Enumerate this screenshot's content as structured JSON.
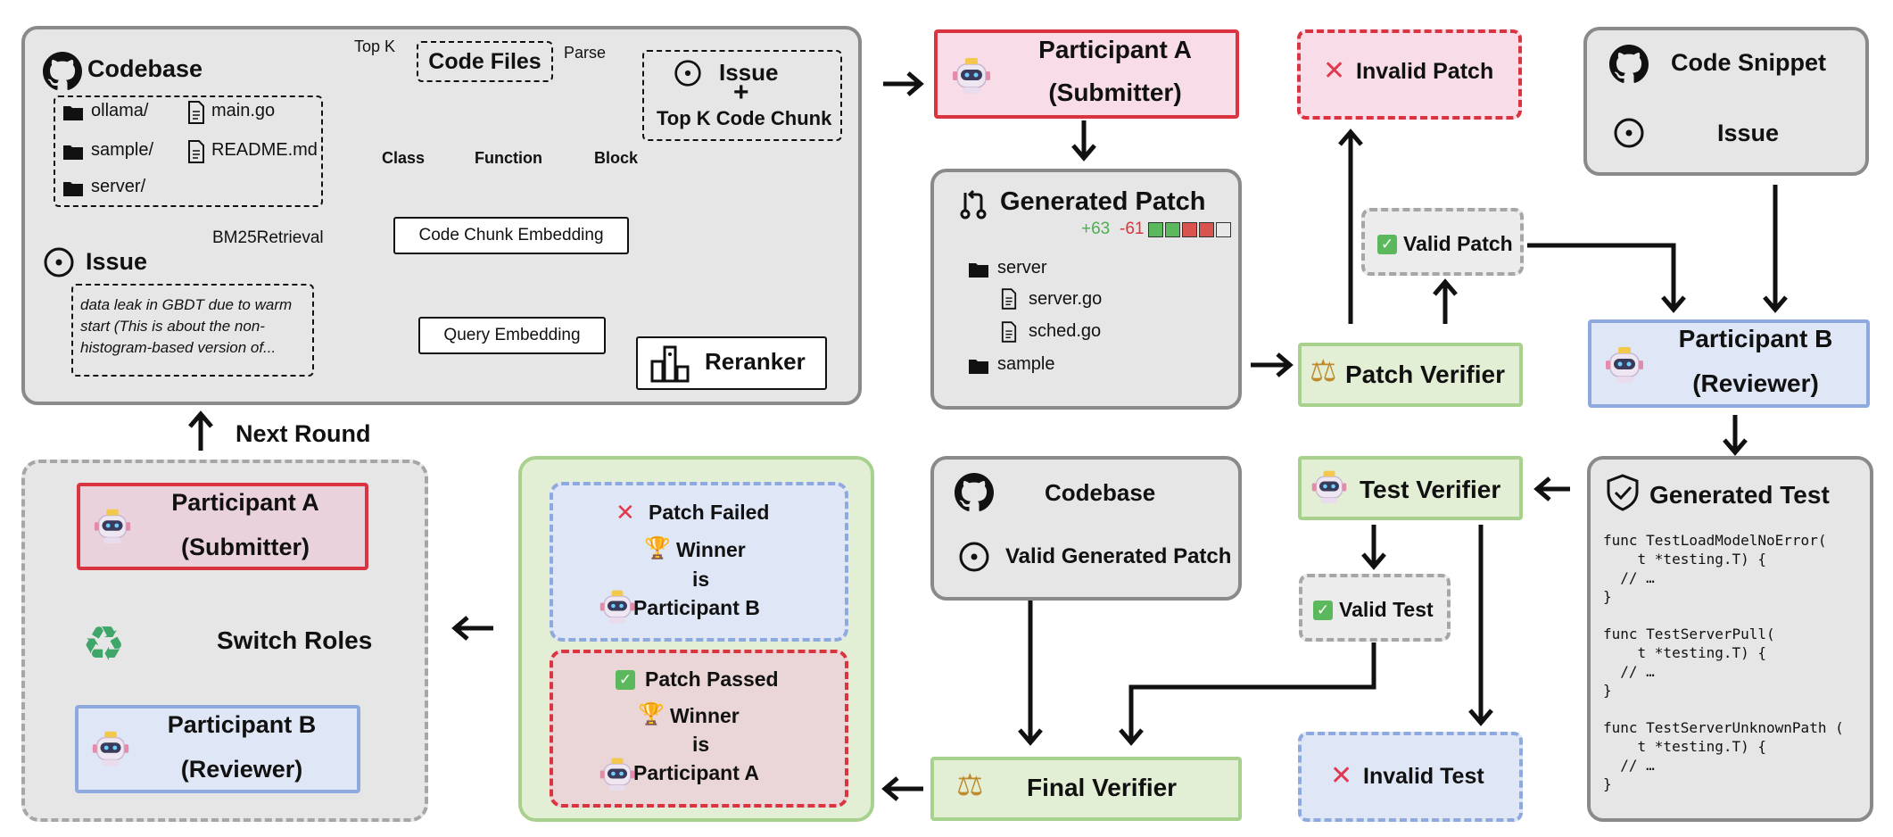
{
  "retrieval": {
    "codebase_title": "Codebase",
    "files": [
      "ollama/",
      "main.go",
      "sample/",
      "README.md",
      "server/"
    ],
    "issue_title": "Issue",
    "issue_text": [
      "data leak in GBDT due to warm",
      "start (This is about the non-",
      "histogram-based version of..."
    ],
    "bm25_label": "BM25Retrieval",
    "topk_label": "Top K",
    "code_files": "Code Files",
    "parse_label": "Parse",
    "chunk_types": [
      "Class",
      "Function",
      "Block"
    ],
    "chunk_embedding": "Code Chunk Embedding",
    "query_embedding": "Query Embedding",
    "reranker": "Reranker",
    "issue_box_title": "Issue",
    "issue_box_plus": "+",
    "issue_box_sub": "Top K Code Chunk"
  },
  "participant_a_top": {
    "line1": "Participant A",
    "line2": "(Submitter)"
  },
  "generated_patch": {
    "title": "Generated Patch",
    "added": "+63",
    "removed": "-61",
    "tree": [
      "server",
      "server.go",
      "sched.go",
      "sample"
    ],
    "diffstat_colors": [
      "#5cb85c",
      "#5cb85c",
      "#d9534f",
      "#d9534f",
      "#e8e8e8"
    ]
  },
  "invalid_patch": "Invalid Patch",
  "valid_patch": "Valid Patch",
  "patch_verifier": "Patch Verifier",
  "code_snippet_box": {
    "title": "Code Snippet",
    "issue": "Issue"
  },
  "participant_b_top": {
    "line1": "Participant B",
    "line2": "(Reviewer)"
  },
  "generated_test": {
    "title": "Generated Test",
    "code": "func TestLoadModelNoError(\n    t *testing.T) {\n  // …\n}\n\nfunc TestServerPull(\n    t *testing.T) {\n  // …\n}\n\nfunc TestServerUnknownPath (\n    t *testing.T) {\n  // …\n}"
  },
  "test_verifier": "Test Verifier",
  "valid_test": "Valid Test",
  "invalid_test": "Invalid Test",
  "codebase_box": {
    "title": "Codebase",
    "sub": "Valid Generated Patch"
  },
  "final_verifier": "Final Verifier",
  "outcomes": {
    "failed": {
      "title": "Patch Failed",
      "winner": "Winner",
      "is": "is",
      "who": "Participant B"
    },
    "passed": {
      "title": "Patch Passed",
      "winner": "Winner",
      "is": "is",
      "who": "Participant A"
    }
  },
  "switch_panel": {
    "a_line1": "Participant A",
    "a_line2": "(Submitter)",
    "b_line1": "Participant B",
    "b_line2": "(Reviewer)",
    "switch": "Switch Roles"
  },
  "next_round": "Next Round",
  "colors": {
    "dark": "#111111",
    "red": "#d9343f",
    "blue": "#8ea9de",
    "green": "#a9d18e",
    "gray": "#8a8a8a"
  }
}
